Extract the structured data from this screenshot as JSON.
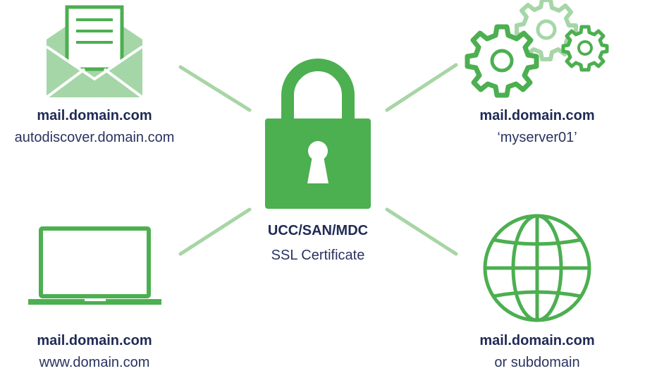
{
  "colors": {
    "green_dark": "#4caf50",
    "green_light": "#a5d6a7",
    "connector": "#a8d5a5",
    "text_navy": "#1f2a56"
  },
  "center": {
    "icon": "padlock-icon",
    "title": "UCC/SAN/MDC",
    "subtitle": "SSL Certificate"
  },
  "nodes": {
    "mail": {
      "icon": "envelope-icon",
      "line1": "mail.domain.com",
      "line2": "autodiscover.domain.com"
    },
    "server": {
      "icon": "gears-icon",
      "line1": "mail.domain.com",
      "line2": "‘myserver01’"
    },
    "web": {
      "icon": "laptop-icon",
      "line1": "mail.domain.com",
      "line2": "www.domain.com"
    },
    "sub": {
      "icon": "globe-icon",
      "line1": "mail.domain.com",
      "line2": "or subdomain"
    }
  }
}
